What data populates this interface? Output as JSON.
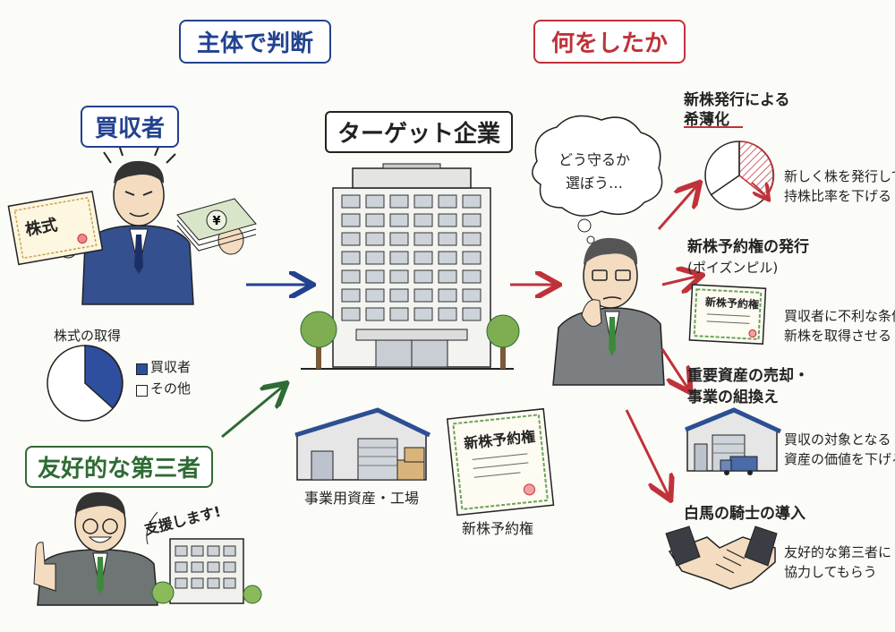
{
  "headers": {
    "subject": "主体で判断",
    "action": "何をしたか"
  },
  "acquirer": {
    "label": "買収者",
    "stock_cert": "株式"
  },
  "target": {
    "label": "ターゲット企業"
  },
  "ownership": {
    "title": "株式の取得",
    "legend_acquirer": "買収者",
    "legend_other": "その他",
    "acquirer_color": "#2e4f9e"
  },
  "friendly": {
    "label": "友好的な第三者",
    "speech": "支援します!"
  },
  "assets": {
    "factory_label": "事業用資産・工場",
    "warrant_doc": "新株予約権",
    "warrant_label": "新株予約権"
  },
  "thought": {
    "line1": "どう守るか",
    "line2": "選ぼう…"
  },
  "measures": {
    "dilution": {
      "title1": "新株発行による",
      "title2": "希薄化",
      "desc1": "新しく株を発行して",
      "desc2": "持株比率を下げる"
    },
    "poison_pill": {
      "title1": "新株予約権の発行",
      "title2": "(ポイズンピル)",
      "doc": "新株予約権",
      "desc1": "買収者に不利な条件で",
      "desc2": "新株を取得させる"
    },
    "crown_jewel": {
      "title1": "重要資産の売却・",
      "title2": "事業の組換え",
      "desc1": "買収の対象となる",
      "desc2": "資産の価値を下げる"
    },
    "white_knight": {
      "title": "白馬の騎士の導入",
      "desc1": "友好的な第三者に",
      "desc2": "協力してもらう"
    }
  },
  "colors": {
    "blue": "#22428f",
    "red": "#c0323a",
    "green": "#2f6b34"
  }
}
